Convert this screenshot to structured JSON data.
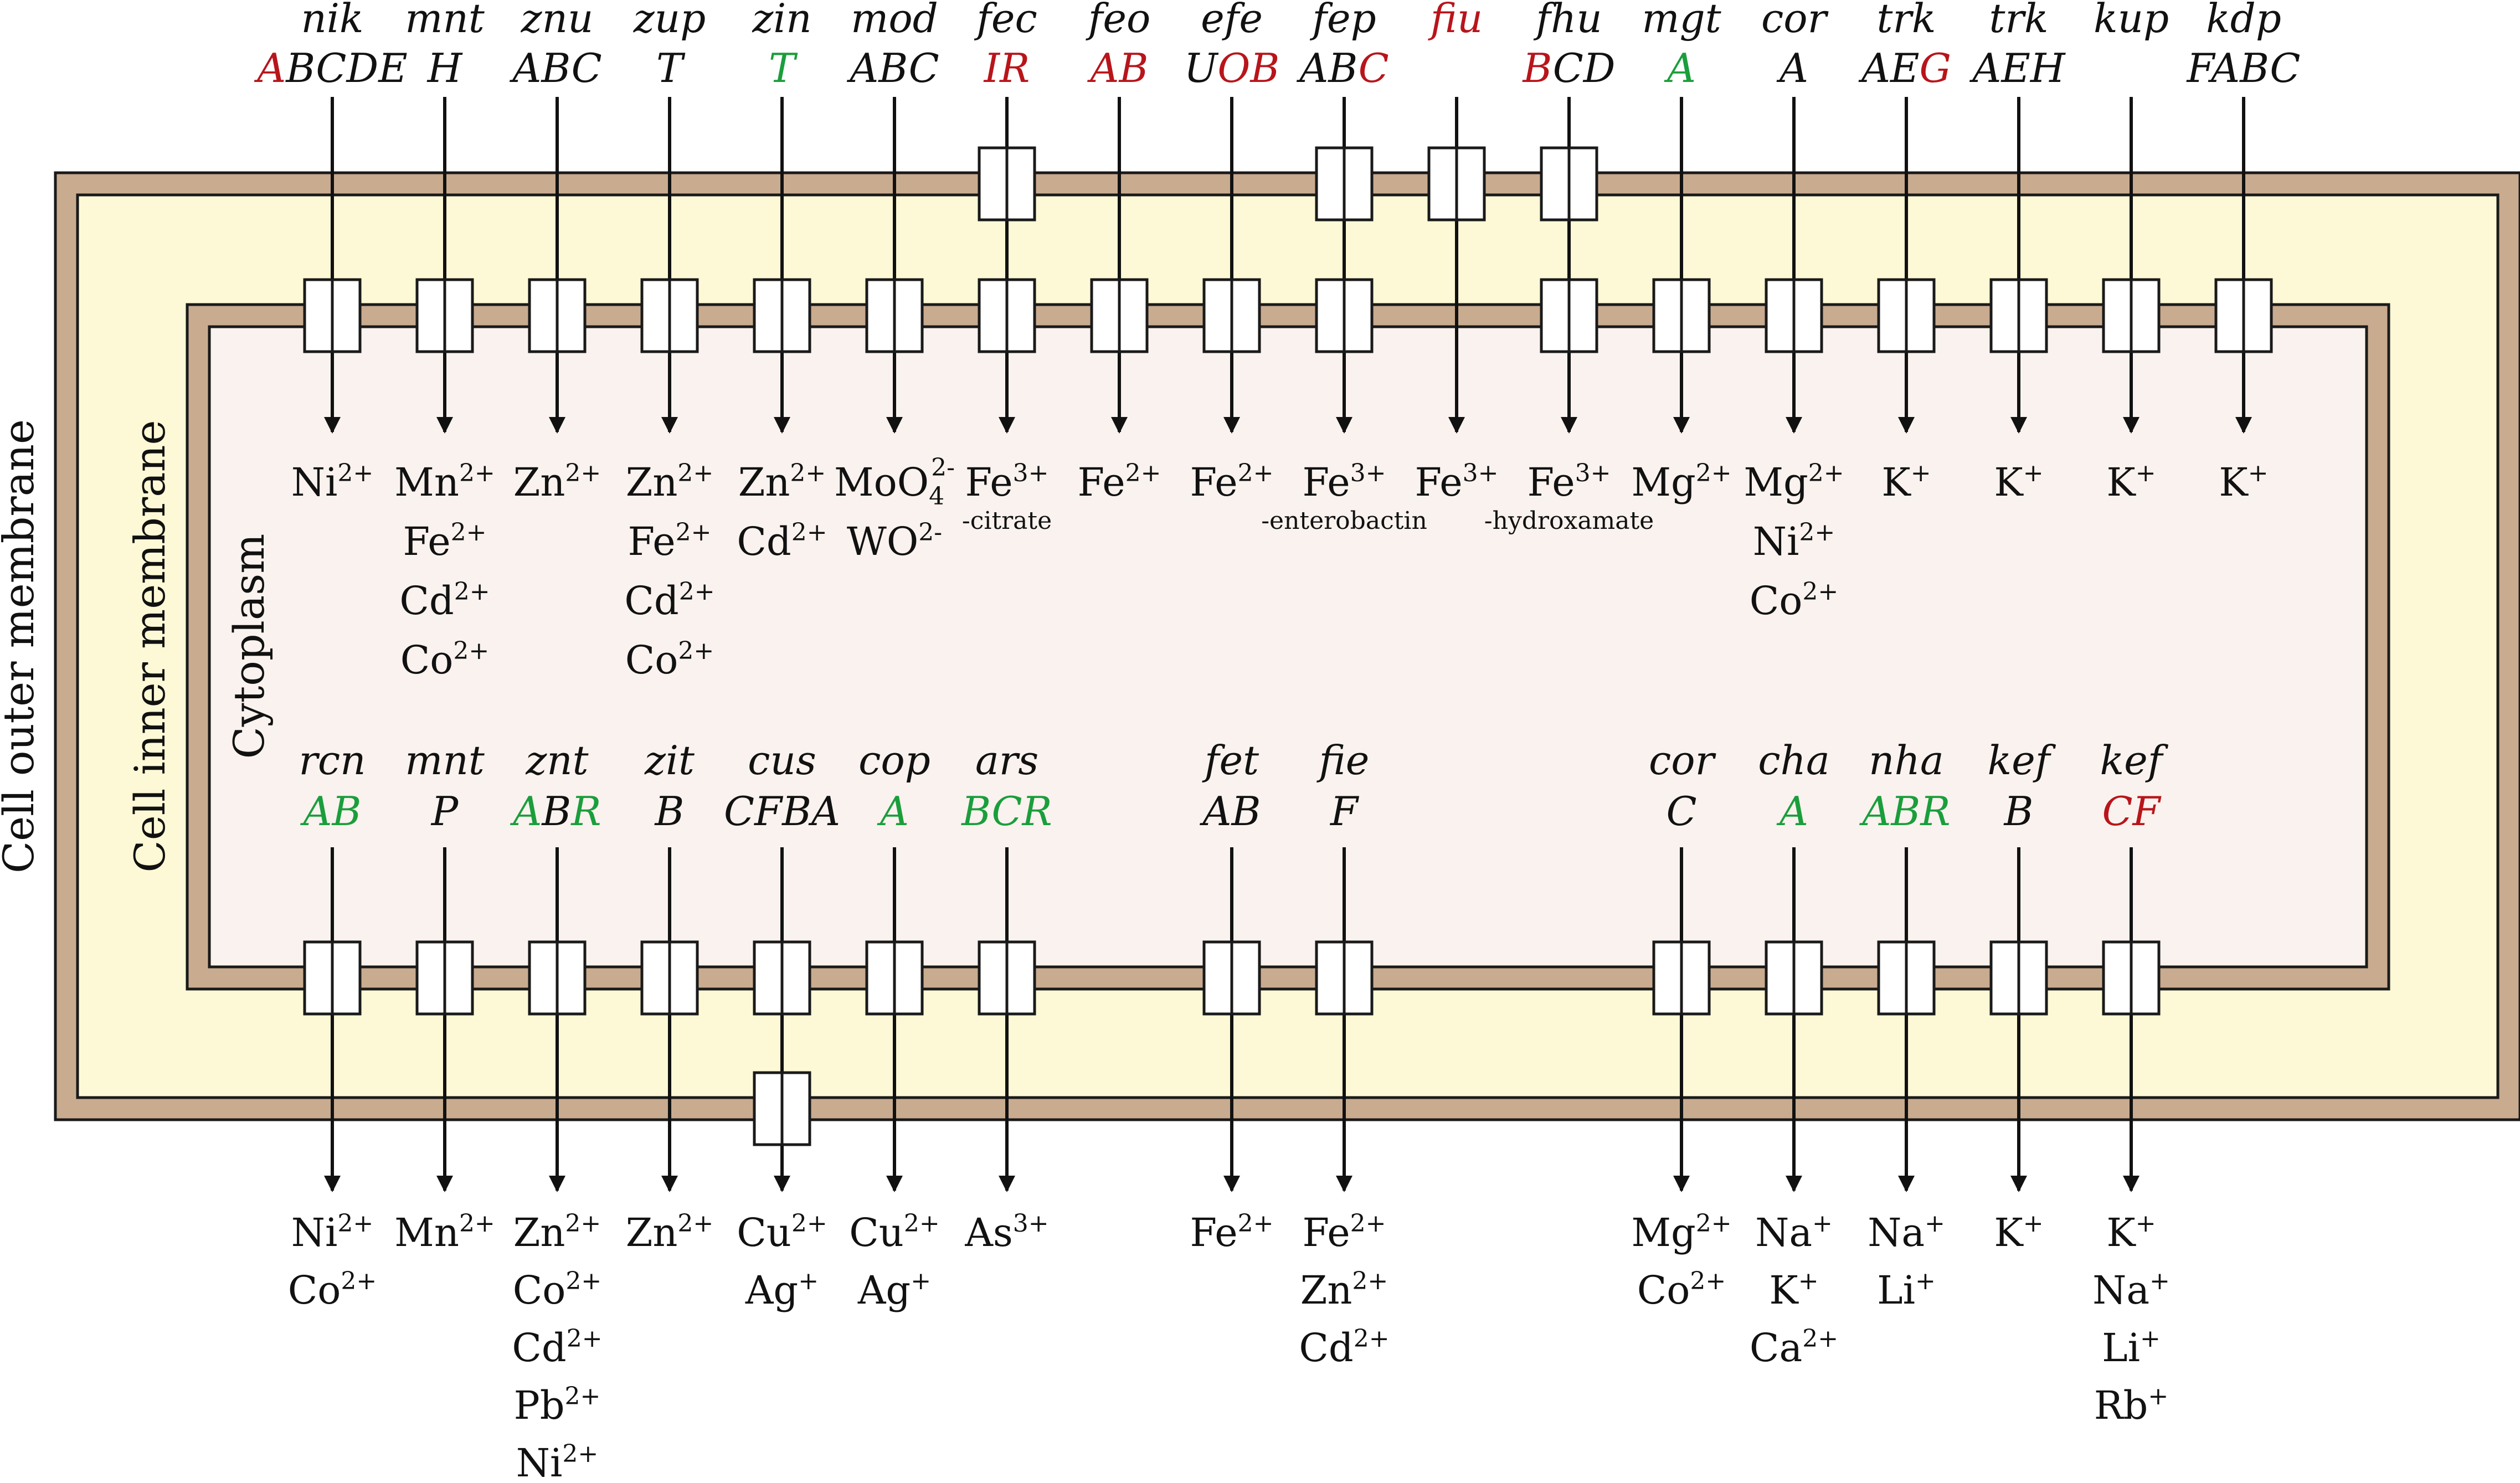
{
  "colors": {
    "membrane": "#c9ab8f",
    "membrane_border": "#1a1a1a",
    "periplasm": "#fdf9d6",
    "cytoplasm": "#f9f2ee",
    "red": "#b8151b",
    "green": "#1a9e3c",
    "black": "#111111"
  },
  "labels": {
    "outer_membrane": "Cell outer membrane",
    "inner_membrane": "Cell inner membrane",
    "cytoplasm": "Cytoplasm"
  },
  "importers": [
    {
      "gene": [
        {
          "t": "nik",
          "c": "black"
        }
      ],
      "sub": [
        {
          "t": "A",
          "c": "red"
        },
        {
          "t": "BCDE",
          "c": "black"
        }
      ],
      "outer": false,
      "ions": [
        {
          "base": "Ni",
          "sup": "2+"
        }
      ]
    },
    {
      "gene": [
        {
          "t": "mnt",
          "c": "black"
        }
      ],
      "sub": [
        {
          "t": "H",
          "c": "black"
        }
      ],
      "outer": false,
      "ions": [
        {
          "base": "Mn",
          "sup": "2+"
        },
        {
          "base": "Fe",
          "sup": "2+"
        },
        {
          "base": "Cd",
          "sup": "2+"
        },
        {
          "base": "Co",
          "sup": "2+"
        }
      ]
    },
    {
      "gene": [
        {
          "t": "znu",
          "c": "black"
        }
      ],
      "sub": [
        {
          "t": "ABC",
          "c": "black"
        }
      ],
      "outer": false,
      "ions": [
        {
          "base": "Zn",
          "sup": "2+"
        }
      ]
    },
    {
      "gene": [
        {
          "t": "zup",
          "c": "black"
        }
      ],
      "sub": [
        {
          "t": "T",
          "c": "black"
        }
      ],
      "outer": false,
      "ions": [
        {
          "base": "Zn",
          "sup": "2+"
        },
        {
          "base": "Fe",
          "sup": "2+"
        },
        {
          "base": "Cd",
          "sup": "2+"
        },
        {
          "base": "Co",
          "sup": "2+"
        }
      ]
    },
    {
      "gene": [
        {
          "t": "zin",
          "c": "black"
        }
      ],
      "sub": [
        {
          "t": "T",
          "c": "green"
        }
      ],
      "outer": false,
      "ions": [
        {
          "base": "Zn",
          "sup": "2+"
        },
        {
          "base": "Cd",
          "sup": "2+"
        }
      ]
    },
    {
      "gene": [
        {
          "t": "mod",
          "c": "black"
        }
      ],
      "sub": [
        {
          "t": "ABC",
          "c": "black"
        }
      ],
      "outer": false,
      "ions": [
        {
          "base": "MoO",
          "sub": "4",
          "sup": "2-"
        },
        {
          "base": "WO",
          "sup": "2-"
        }
      ]
    },
    {
      "gene": [
        {
          "t": "fec",
          "c": "black"
        }
      ],
      "sub": [
        {
          "t": "IR",
          "c": "red"
        }
      ],
      "outer": true,
      "ions": [
        {
          "base": "Fe",
          "sup": "3+"
        }
      ],
      "note": "-citrate"
    },
    {
      "gene": [
        {
          "t": "feo",
          "c": "black"
        }
      ],
      "sub": [
        {
          "t": "AB",
          "c": "red"
        }
      ],
      "outer": false,
      "ions": [
        {
          "base": "Fe",
          "sup": "2+"
        }
      ]
    },
    {
      "gene": [
        {
          "t": "efe",
          "c": "black"
        }
      ],
      "sub": [
        {
          "t": "U",
          "c": "black"
        },
        {
          "t": "OB",
          "c": "red"
        }
      ],
      "outer": false,
      "ions": [
        {
          "base": "Fe",
          "sup": "2+"
        }
      ]
    },
    {
      "gene": [
        {
          "t": "fep",
          "c": "black"
        }
      ],
      "sub": [
        {
          "t": "AB",
          "c": "black"
        },
        {
          "t": "C",
          "c": "red"
        }
      ],
      "outer": true,
      "ions": [
        {
          "base": "Fe",
          "sup": "3+"
        }
      ],
      "note": "-enterobactin"
    },
    {
      "gene": [
        {
          "t": "fiu",
          "c": "red"
        }
      ],
      "sub": [],
      "outer": true,
      "outerOnly": true,
      "ions": [
        {
          "base": "Fe",
          "sup": "3+"
        }
      ]
    },
    {
      "gene": [
        {
          "t": "fhu",
          "c": "black"
        }
      ],
      "sub": [
        {
          "t": "B",
          "c": "red"
        },
        {
          "t": "CD",
          "c": "black"
        }
      ],
      "outer": true,
      "ions": [
        {
          "base": "Fe",
          "sup": "3+"
        }
      ],
      "note": "-hydroxamate"
    },
    {
      "gene": [
        {
          "t": "mgt",
          "c": "black"
        }
      ],
      "sub": [
        {
          "t": "A",
          "c": "green"
        }
      ],
      "outer": false,
      "ions": [
        {
          "base": "Mg",
          "sup": "2+"
        }
      ]
    },
    {
      "gene": [
        {
          "t": "cor",
          "c": "black"
        }
      ],
      "sub": [
        {
          "t": "A",
          "c": "black"
        }
      ],
      "outer": false,
      "ions": [
        {
          "base": "Mg",
          "sup": "2+"
        },
        {
          "base": "Ni",
          "sup": "2+"
        },
        {
          "base": "Co",
          "sup": "2+"
        }
      ]
    },
    {
      "gene": [
        {
          "t": "trk",
          "c": "black"
        }
      ],
      "sub": [
        {
          "t": "AE",
          "c": "black"
        },
        {
          "t": "G",
          "c": "red"
        }
      ],
      "outer": false,
      "ions": [
        {
          "base": "K",
          "sup": "+"
        }
      ]
    },
    {
      "gene": [
        {
          "t": "trk",
          "c": "black"
        }
      ],
      "sub": [
        {
          "t": "AEH",
          "c": "black"
        }
      ],
      "outer": false,
      "ions": [
        {
          "base": "K",
          "sup": "+"
        }
      ]
    },
    {
      "gene": [
        {
          "t": "kup",
          "c": "black"
        }
      ],
      "sub": [],
      "outer": false,
      "ions": [
        {
          "base": "K",
          "sup": "+"
        }
      ]
    },
    {
      "gene": [
        {
          "t": "kdp",
          "c": "black"
        }
      ],
      "sub": [
        {
          "t": "FABC",
          "c": "black"
        }
      ],
      "outer": false,
      "ions": [
        {
          "base": "K",
          "sup": "+"
        }
      ]
    }
  ],
  "exporters": [
    {
      "col": 0,
      "gene": [
        {
          "t": "rcn",
          "c": "black"
        }
      ],
      "sub": [
        {
          "t": "AB",
          "c": "green"
        }
      ],
      "outer": false,
      "ions": [
        {
          "base": "Ni",
          "sup": "2+"
        },
        {
          "base": "Co",
          "sup": "2+"
        }
      ]
    },
    {
      "col": 1,
      "gene": [
        {
          "t": "mnt",
          "c": "black"
        }
      ],
      "sub": [
        {
          "t": "P",
          "c": "black"
        }
      ],
      "outer": false,
      "ions": [
        {
          "base": "Mn",
          "sup": "2+"
        }
      ]
    },
    {
      "col": 2,
      "gene": [
        {
          "t": "znt",
          "c": "black"
        }
      ],
      "sub": [
        {
          "t": "A",
          "c": "green"
        },
        {
          "t": "B",
          "c": "black"
        },
        {
          "t": "R",
          "c": "green"
        }
      ],
      "outer": false,
      "ions": [
        {
          "base": "Zn",
          "sup": "2+"
        },
        {
          "base": "Co",
          "sup": "2+"
        },
        {
          "base": "Cd",
          "sup": "2+"
        },
        {
          "base": "Pb",
          "sup": "2+"
        },
        {
          "base": "Ni",
          "sup": "2+"
        }
      ]
    },
    {
      "col": 3,
      "gene": [
        {
          "t": "zit",
          "c": "black"
        }
      ],
      "sub": [
        {
          "t": "B",
          "c": "black"
        }
      ],
      "outer": false,
      "ions": [
        {
          "base": "Zn",
          "sup": "2+"
        }
      ]
    },
    {
      "col": 4,
      "gene": [
        {
          "t": "cus",
          "c": "black"
        }
      ],
      "sub": [
        {
          "t": "CFBA",
          "c": "black"
        }
      ],
      "outer": true,
      "ions": [
        {
          "base": "Cu",
          "sup": "2+"
        },
        {
          "base": "Ag",
          "sup": "+"
        }
      ]
    },
    {
      "col": 5,
      "gene": [
        {
          "t": "cop",
          "c": "black"
        }
      ],
      "sub": [
        {
          "t": "A",
          "c": "green"
        }
      ],
      "outer": false,
      "ions": [
        {
          "base": "Cu",
          "sup": "2+"
        },
        {
          "base": "Ag",
          "sup": "+"
        }
      ]
    },
    {
      "col": 6,
      "gene": [
        {
          "t": "ars",
          "c": "black"
        }
      ],
      "sub": [
        {
          "t": "BCR",
          "c": "green"
        }
      ],
      "outer": false,
      "ions": [
        {
          "base": "As",
          "sup": "3+"
        }
      ]
    },
    {
      "col": 8,
      "gene": [
        {
          "t": "fet",
          "c": "black"
        }
      ],
      "sub": [
        {
          "t": "AB",
          "c": "black"
        }
      ],
      "outer": false,
      "ions": [
        {
          "base": "Fe",
          "sup": "2+"
        }
      ]
    },
    {
      "col": 9,
      "gene": [
        {
          "t": "fie",
          "c": "black"
        }
      ],
      "sub": [
        {
          "t": "F",
          "c": "black"
        }
      ],
      "outer": false,
      "ions": [
        {
          "base": "Fe",
          "sup": "2+"
        },
        {
          "base": "Zn",
          "sup": "2+"
        },
        {
          "base": "Cd",
          "sup": "2+"
        }
      ]
    },
    {
      "col": 12,
      "gene": [
        {
          "t": "cor",
          "c": "black"
        }
      ],
      "sub": [
        {
          "t": "C",
          "c": "black"
        }
      ],
      "outer": false,
      "ions": [
        {
          "base": "Mg",
          "sup": "2+"
        },
        {
          "base": "Co",
          "sup": "2+"
        }
      ]
    },
    {
      "col": 13,
      "gene": [
        {
          "t": "cha",
          "c": "black"
        }
      ],
      "sub": [
        {
          "t": "A",
          "c": "green"
        }
      ],
      "outer": false,
      "ions": [
        {
          "base": "Na",
          "sup": "+"
        },
        {
          "base": "K",
          "sup": "+"
        },
        {
          "base": "Ca",
          "sup": "2+"
        }
      ]
    },
    {
      "col": 14,
      "gene": [
        {
          "t": "nha",
          "c": "black"
        }
      ],
      "sub": [
        {
          "t": "AB",
          "c": "green"
        },
        {
          "t": "R",
          "c": "green"
        }
      ],
      "outer": false,
      "ions": [
        {
          "base": "Na",
          "sup": "+"
        },
        {
          "base": "Li",
          "sup": "+"
        }
      ]
    },
    {
      "col": 15,
      "gene": [
        {
          "t": "kef",
          "c": "black"
        }
      ],
      "sub": [
        {
          "t": "B",
          "c": "black"
        }
      ],
      "outer": false,
      "ions": [
        {
          "base": "K",
          "sup": "+"
        }
      ]
    },
    {
      "col": 16,
      "gene": [
        {
          "t": "kef",
          "c": "black"
        }
      ],
      "sub": [
        {
          "t": "CF",
          "c": "red"
        }
      ],
      "outer": false,
      "ions": [
        {
          "base": "K",
          "sup": "+"
        },
        {
          "base": "Na",
          "sup": "+"
        },
        {
          "base": "Li",
          "sup": "+"
        },
        {
          "base": "Rb",
          "sup": "+"
        }
      ]
    }
  ]
}
